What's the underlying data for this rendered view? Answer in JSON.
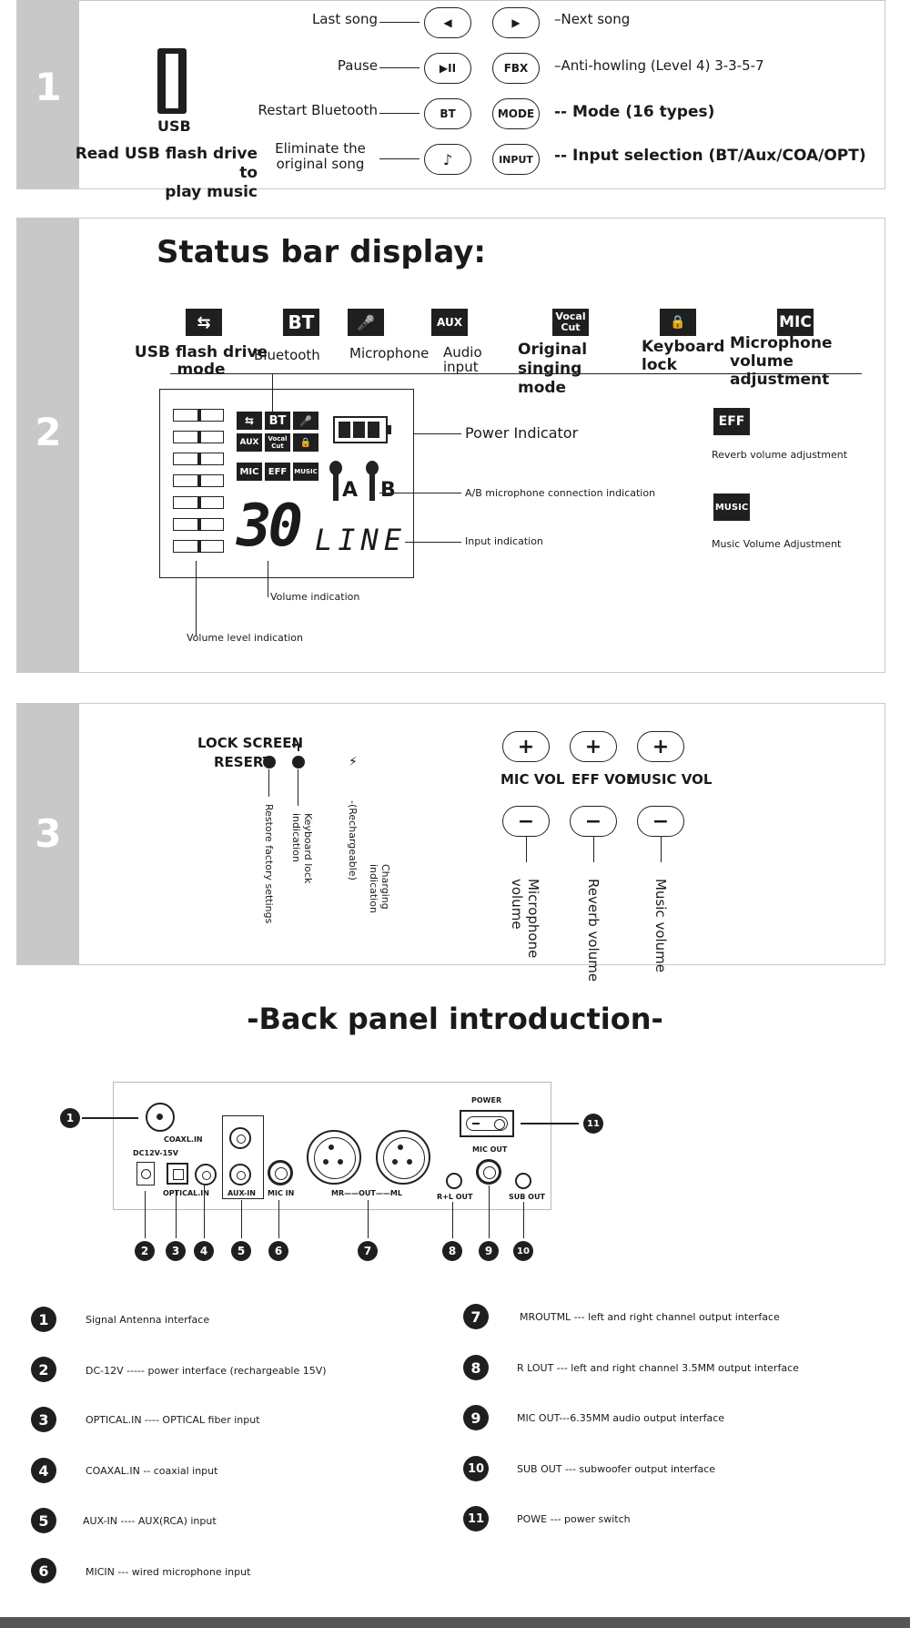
{
  "section1": {
    "number": "1",
    "usb_label": "USB",
    "read_usb": "Read USB flash drive to\nplay music",
    "left_labels": [
      "Last song",
      "Pause",
      "Restart Bluetooth",
      "Eliminate the\noriginal song"
    ],
    "buttons_left": [
      "◀",
      "▶II",
      "BT",
      "♪"
    ],
    "buttons_right": [
      "▶",
      "FBX",
      "MODE",
      "INPUT"
    ],
    "right_labels": [
      "–Next song",
      "–Anti-howling (Level 4) 3-3-5-7",
      "-- Mode (16 types)",
      "-- Input selection (BT/Aux/COA/OPT)"
    ]
  },
  "section2": {
    "number": "2",
    "title": "Status bar display:",
    "icons": [
      {
        "glyph": "⇆",
        "label": "USB flash drive\nmode"
      },
      {
        "glyph": "BT",
        "label": "Bluetooth"
      },
      {
        "glyph": "🎤",
        "label": "Microphone"
      },
      {
        "glyph": "AUX",
        "label": "Audio\ninput"
      },
      {
        "glyph": "Vocal\nCut",
        "label": "Original\nsinging\nmode"
      },
      {
        "glyph": "🔒",
        "label": "Keyboard\nlock"
      },
      {
        "glyph": "MIC",
        "label": "Microphone\nvolume\nadjustment"
      }
    ],
    "lcd": {
      "row1": [
        "⇆",
        "BT",
        "🎤"
      ],
      "row2": [
        "AUX",
        "Vocal\nCut",
        "🔒"
      ],
      "row3": [
        "MIC",
        "EFF",
        "MUSIC"
      ],
      "digits": "30",
      "line_text": "LINE",
      "mic_a": "A",
      "mic_b": "B"
    },
    "callouts": {
      "power": "Power Indicator",
      "ab_mic": "A/B microphone connection indication",
      "input": "Input indication",
      "volume": "Volume indication",
      "volume_level": "Volume level indication"
    },
    "eff_glyph": "EFF",
    "eff_label": "Reverb volume adjustment",
    "music_glyph": "MUSIC",
    "music_label": "Music Volume Adjustment"
  },
  "section3": {
    "number": "3",
    "lock_screen": "LOCK SCREEN",
    "resert": "RESERT",
    "restore": "Restore factory settings",
    "keyboard_lock": "Keyboard lock\nindication",
    "rechargeable": "-(Rechargeable)",
    "charging": "Charging\nindication",
    "knobs": [
      {
        "label": "MIC VOL",
        "desc": "Microphone\nvolume"
      },
      {
        "label": "EFF VOL",
        "desc": "Reverb volume"
      },
      {
        "label": "MUSIC VOL",
        "desc": "Music volume"
      }
    ],
    "plus": "+",
    "minus": "−"
  },
  "back_panel": {
    "title": "-Back panel introduction-",
    "labels": {
      "dc": "DC12V-15V",
      "coaxl": "COAXL.IN",
      "optical": "OPTICAL.IN",
      "aux": "AUX-IN",
      "mic_in": "MIC IN",
      "out": "MR——OUT——ML",
      "power": "POWER",
      "mic_out": "MIC OUT",
      "rl_out": "R+L OUT",
      "sub_out": "SUB OUT"
    },
    "markers": [
      "1",
      "2",
      "3",
      "4",
      "5",
      "6",
      "7",
      "8",
      "9",
      "10",
      "11"
    ]
  },
  "legend": [
    {
      "n": "1",
      "text": "Signal Antenna interface"
    },
    {
      "n": "2",
      "text": "DC-12V ----- power interface (rechargeable 15V)"
    },
    {
      "n": "3",
      "text": "OPTICAL.IN ---- OPTICAL fiber input"
    },
    {
      "n": "4",
      "text": "COAXAL.IN -- coaxial input"
    },
    {
      "n": "5",
      "text": "AUX-IN ---- AUX(RCA) input"
    },
    {
      "n": "6",
      "text": "MICIN --- wired microphone input"
    },
    {
      "n": "7",
      "text": "MROUTML --- left and right channel output interface"
    },
    {
      "n": "8",
      "text": "R LOUT --- left and right channel 3.5MM output interface"
    },
    {
      "n": "9",
      "text": "MIC OUT---6.35MM audio output interface"
    },
    {
      "n": "10",
      "text": "SUB OUT --- subwoofer output interface"
    },
    {
      "n": "11",
      "text": "POWE --- power switch"
    }
  ]
}
